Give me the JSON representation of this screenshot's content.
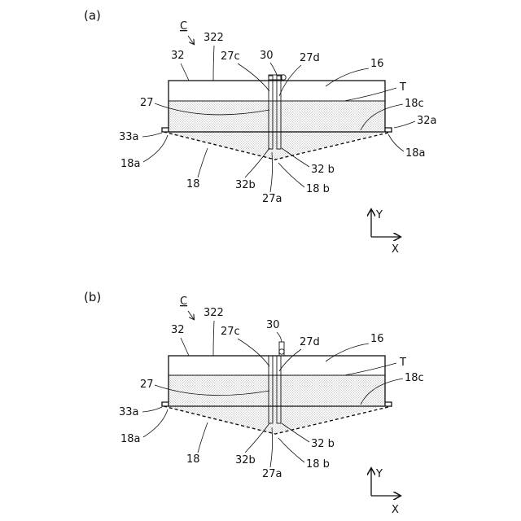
{
  "panels": [
    {
      "id": "a",
      "panel_label": "(a)",
      "labels": {
        "C": "C",
        "l322": "322",
        "l32": "32",
        "l27c": "27c",
        "l30": "30",
        "l27d": "27d",
        "l16": "16",
        "lT": "T",
        "l27": "27",
        "l18c": "18c",
        "l32a": "32a",
        "l33a": "33a",
        "l18a_left": "18a",
        "l18a_right": "18a",
        "l18": "18",
        "l32b": "32b",
        "l32b2": "32 b",
        "l27a": "27a",
        "l18b": "18 b"
      },
      "axes": {
        "y": "Y",
        "x": "X"
      }
    },
    {
      "id": "b",
      "panel_label": "(b)",
      "labels": {
        "C": "C",
        "l322": "322",
        "l32": "32",
        "l27c": "27c",
        "l30": "30",
        "l27d": "27d",
        "l16": "16",
        "lT": "T",
        "l27": "27",
        "l18c": "18c",
        "l33a": "33a",
        "l18a_left": "18a",
        "l18": "18",
        "l32b": "32b",
        "l32b2": "32 b",
        "l27a": "27a",
        "l18b": "18 b"
      },
      "axes": {
        "y": "Y",
        "x": "X"
      }
    }
  ]
}
